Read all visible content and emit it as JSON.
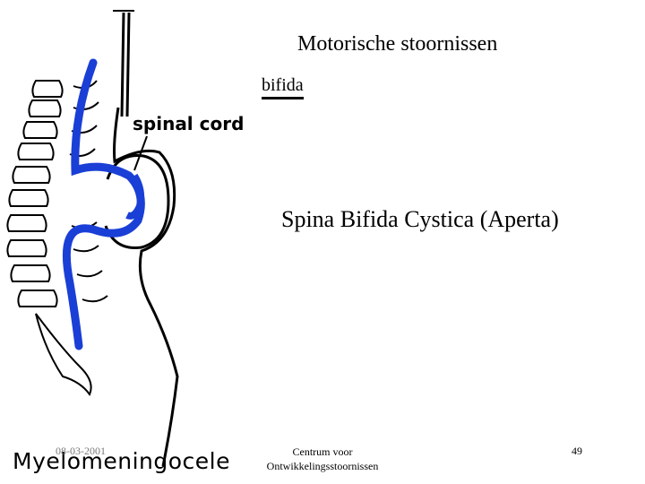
{
  "slide": {
    "title": "Motorische stoornissen",
    "title_fragment": "bifida",
    "subtitle": "Spina Bifida Cystica (Aperta)"
  },
  "figure": {
    "label_spinal_cord": "spinal cord",
    "label_caption": "Myelomeningocele",
    "spinal_cord_color": "#1a3fd6"
  },
  "footer": {
    "date": "08-03-2001",
    "center_line1": "Centrum voor",
    "center_line2": "Ontwikkelingsstoornissen",
    "page_number": "49"
  }
}
